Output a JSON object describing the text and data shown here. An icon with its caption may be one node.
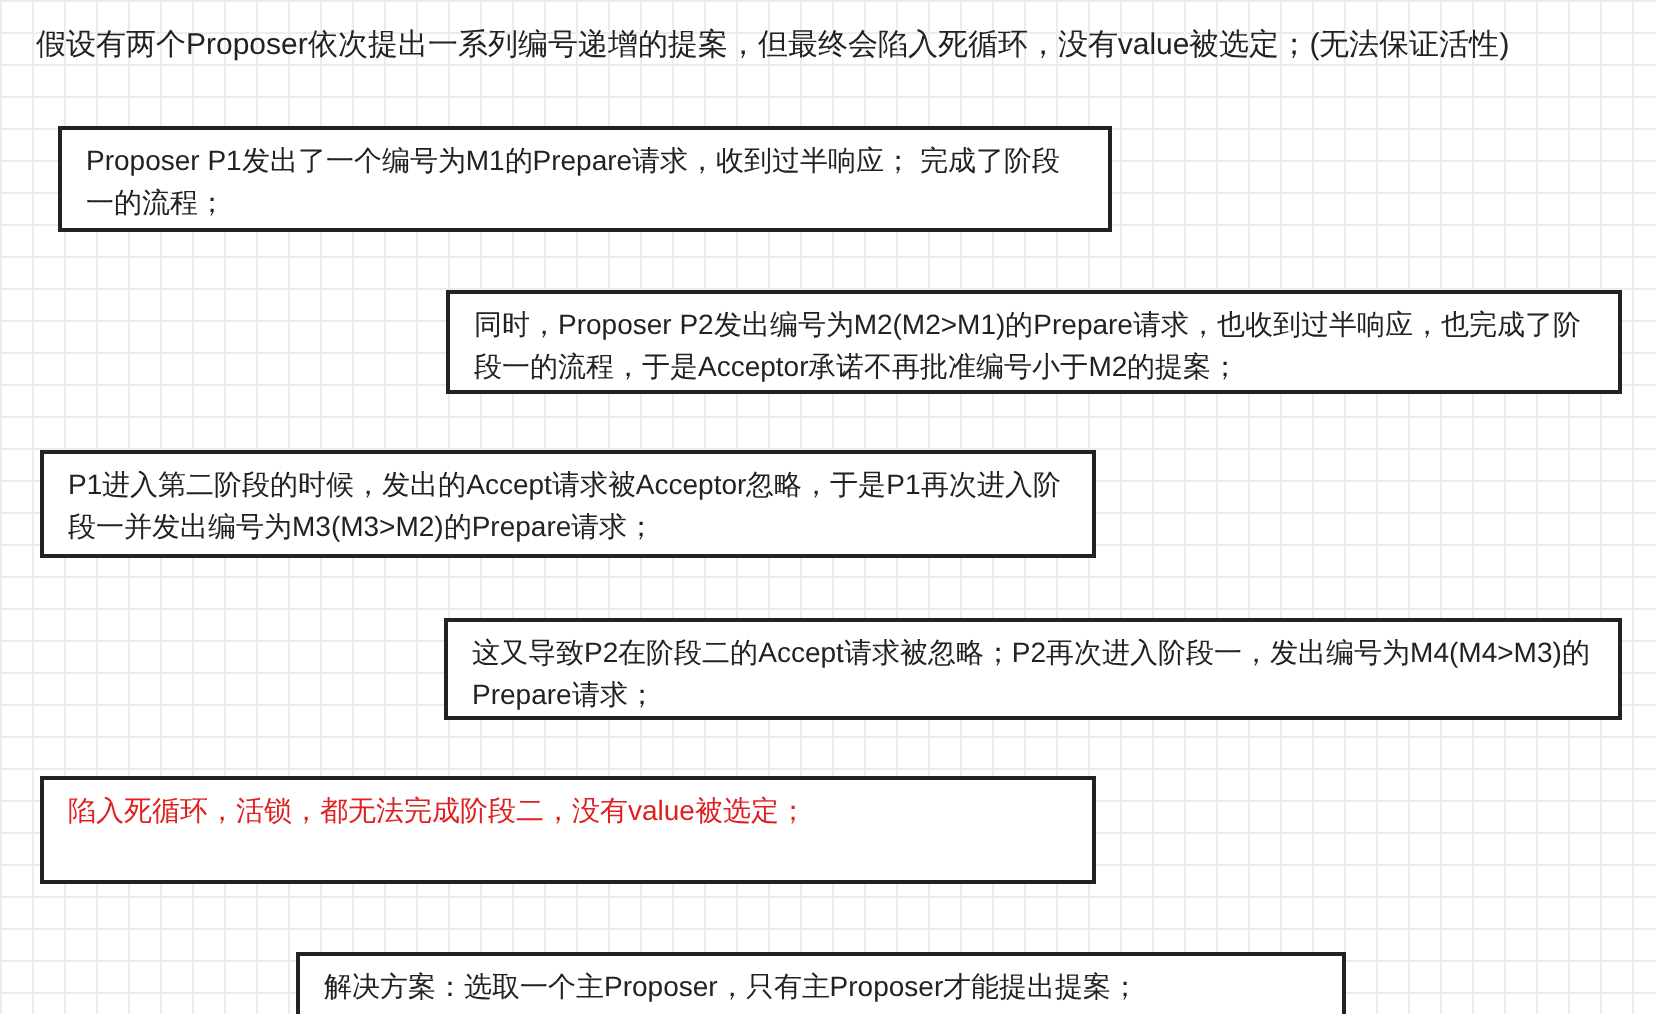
{
  "diagram": {
    "title": "假设有两个Proposer依次提出一系列编号递增的提案，但最终会陷入死循环，没有value被选定；(无法保证活性)",
    "nodes": [
      {
        "text": [
          "Proposer P1发出了一个编号为M1的Prepare请求，收到过半响应； 完成了阶段一的流程；"
        ]
      },
      {
        "text": [
          "同时，Proposer P2发出编号为M2(M2>M1)的Prepare请求，也收到过半响应，也完成了阶段一的流程，于是Acceptor承诺不再批准编号小于M2的提案；"
        ]
      },
      {
        "text": [
          "P1进入第二阶段的时候，发出的Accept请求被Acceptor忽略，于是P1再次进入阶段一并发出编号为M3(M3>M2)的Prepare请求；"
        ]
      },
      {
        "text": [
          "这又导致P2在阶段二的Accept请求被忽略；P2再次进入阶段一，发出编号为M4(M4>M3)的Prepare请求；"
        ]
      },
      {
        "text": [
          "陷入死循环，活锁，都无法完成阶段二，没有value被选定；"
        ]
      },
      {
        "text": [
          "解决方案：选取一个主Proposer，只有主Proposer才能提出提案；"
        ]
      }
    ]
  }
}
